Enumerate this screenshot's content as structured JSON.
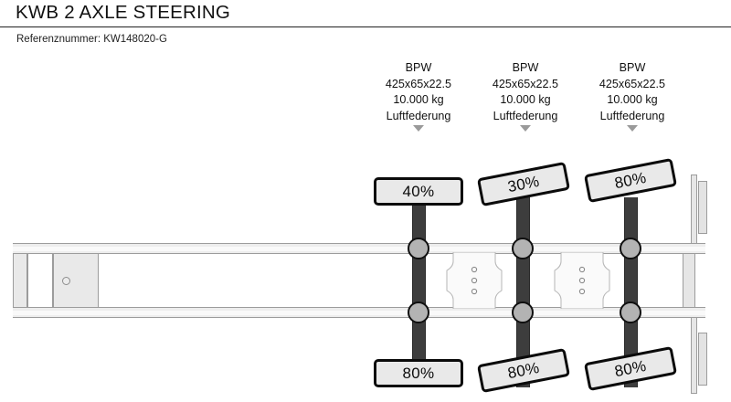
{
  "header": {
    "title": "KWB 2 AXLE STEERING",
    "reference_label": "Referenznummer: KW148020-G"
  },
  "diagram": {
    "vehicle_type": "semi-trailer-side-view",
    "axle_count": 3,
    "axles": [
      {
        "brand": "BPW",
        "dimensions": "425x65x22.5",
        "capacity": "10.000 kg",
        "suspension": "Luftfederung",
        "marker": "down-arrow",
        "tread_top": "40%",
        "tread_bottom": "80%"
      },
      {
        "brand": "BPW",
        "dimensions": "425x65x22.5",
        "capacity": "10.000 kg",
        "suspension": "Luftfederung",
        "marker": "down-arrow",
        "tread_top": "30%",
        "tread_bottom": "80%"
      },
      {
        "brand": "BPW",
        "dimensions": "425x65x22.5",
        "capacity": "10.000 kg",
        "suspension": "Luftfederung",
        "marker": "down-arrow",
        "tread_top": "80%",
        "tread_bottom": "80%"
      }
    ]
  },
  "colors": {
    "badge_fill": "#e9e9e9",
    "badge_border": "#0b0b0b",
    "axle_stem": "#3d3d3d",
    "hub_fill": "#b3b3b3",
    "chassis_fill": "#ededed",
    "chassis_stroke": "#9c9c9c",
    "arrow_marker": "#9a9a9a",
    "text": "#111111",
    "background": "#ffffff"
  }
}
